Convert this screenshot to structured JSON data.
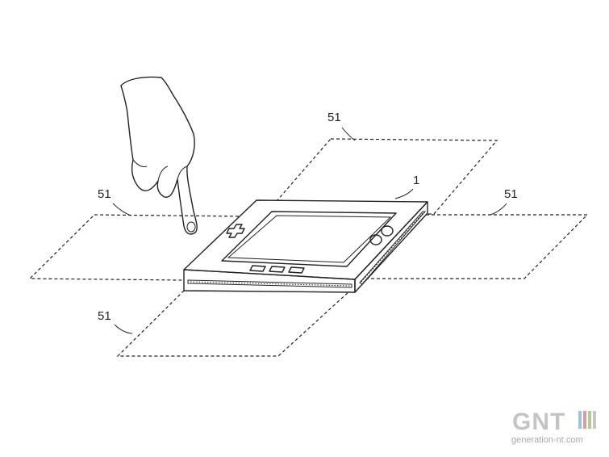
{
  "diagram": {
    "labels": {
      "area_top": "51",
      "area_left": "51",
      "area_right": "51",
      "area_bottom": "51",
      "device": "1"
    }
  },
  "watermark": {
    "logo": "GNT",
    "site": "generation-nt.com"
  },
  "colors": {
    "line": "#222222",
    "watermark": "#bdbdbd"
  }
}
